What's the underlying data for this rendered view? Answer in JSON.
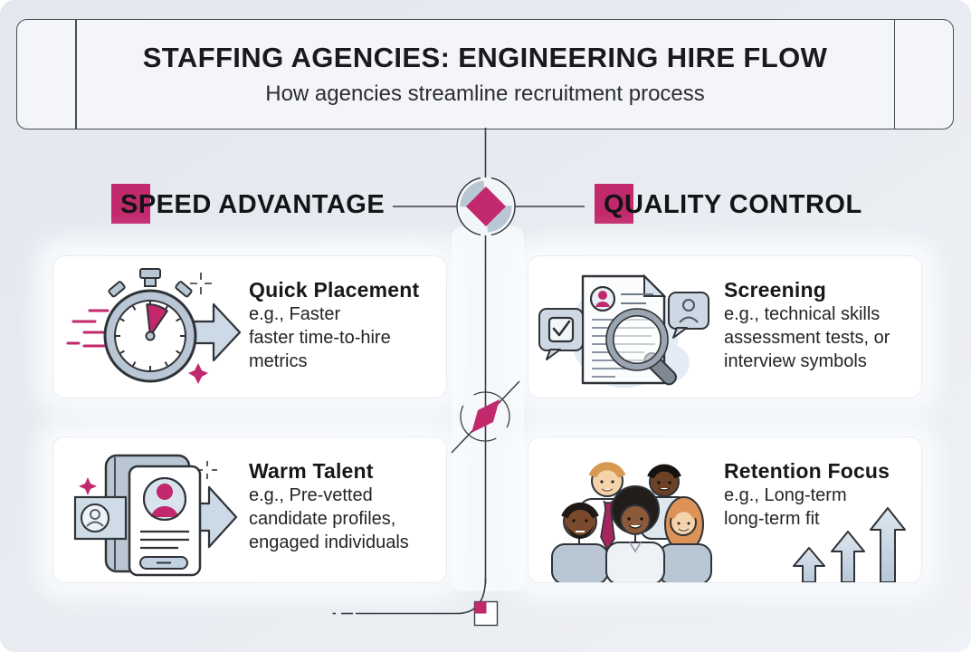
{
  "header": {
    "title": "STAFFING AGENCIES: ENGINEERING HIRE FLOW",
    "subtitle": "How agencies streamline recruitment process"
  },
  "columns": [
    {
      "heading": "SPEED ADVANTAGE",
      "cards": [
        {
          "title": "Quick Placement",
          "lines": [
            "e.g., Faster",
            "faster time-to-hire",
            "metrics"
          ],
          "icon": "speeding-stopwatch-icon"
        },
        {
          "title": "Warm Talent",
          "lines": [
            "e.g., Pre-vetted",
            "candidate profiles,",
            "engaged individuals"
          ],
          "icon": "candidate-profile-card-icon"
        }
      ]
    },
    {
      "heading": "QUALITY CONTROL",
      "cards": [
        {
          "title": "Screening",
          "lines": [
            "e.g., technical skills",
            "assessment tests, or",
            "interview symbols"
          ],
          "icon": "resume-magnifier-icon"
        },
        {
          "title": "Retention Focus",
          "lines": [
            "e.g., Long-term",
            "long-term fit"
          ],
          "icon": "team-growth-arrows-icon"
        }
      ]
    }
  ],
  "colors": {
    "accent_pink": "#c2296d",
    "tie_plum": "#a5265e",
    "icon_gray_blue": "#b9c6d4",
    "icon_light_blue": "#ccd9e6",
    "background": "#e8ebf1",
    "card_background": "#ffffff",
    "line_dark": "#3a3f45",
    "text_dark": "#17181b"
  }
}
